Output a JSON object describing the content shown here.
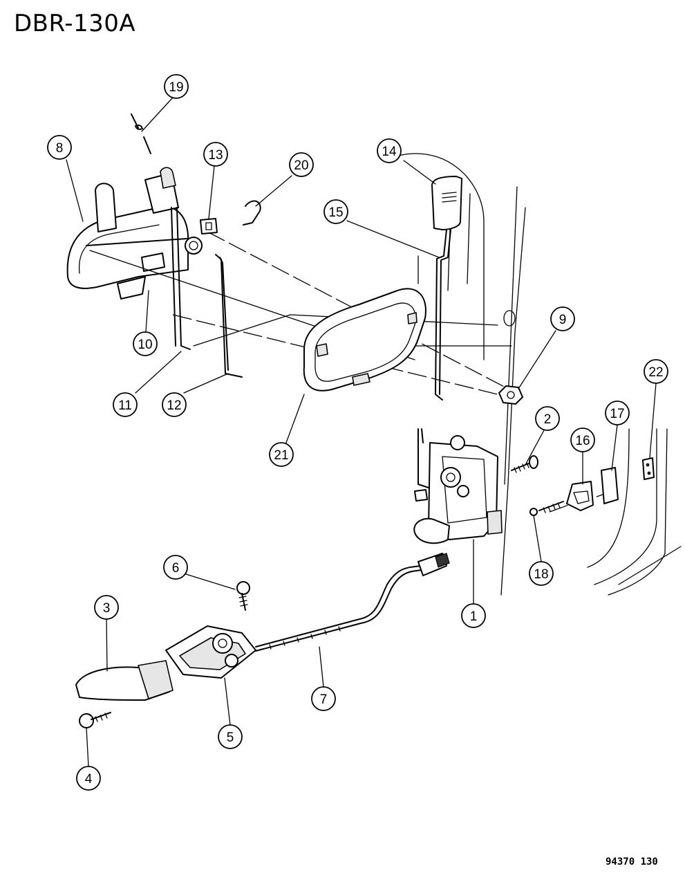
{
  "header": {
    "title": "DBR-130A"
  },
  "footer": {
    "code": "94370 130"
  },
  "callouts": [
    {
      "label": "1"
    },
    {
      "label": "2"
    },
    {
      "label": "3"
    },
    {
      "label": "4"
    },
    {
      "label": "5"
    },
    {
      "label": "6"
    },
    {
      "label": "7"
    },
    {
      "label": "8"
    },
    {
      "label": "9"
    },
    {
      "label": "10"
    },
    {
      "label": "11"
    },
    {
      "label": "12"
    },
    {
      "label": "13"
    },
    {
      "label": "14"
    },
    {
      "label": "15"
    },
    {
      "label": "16"
    },
    {
      "label": "17"
    },
    {
      "label": "18"
    },
    {
      "label": "19"
    },
    {
      "label": "20"
    },
    {
      "label": "21"
    },
    {
      "label": "22"
    }
  ]
}
